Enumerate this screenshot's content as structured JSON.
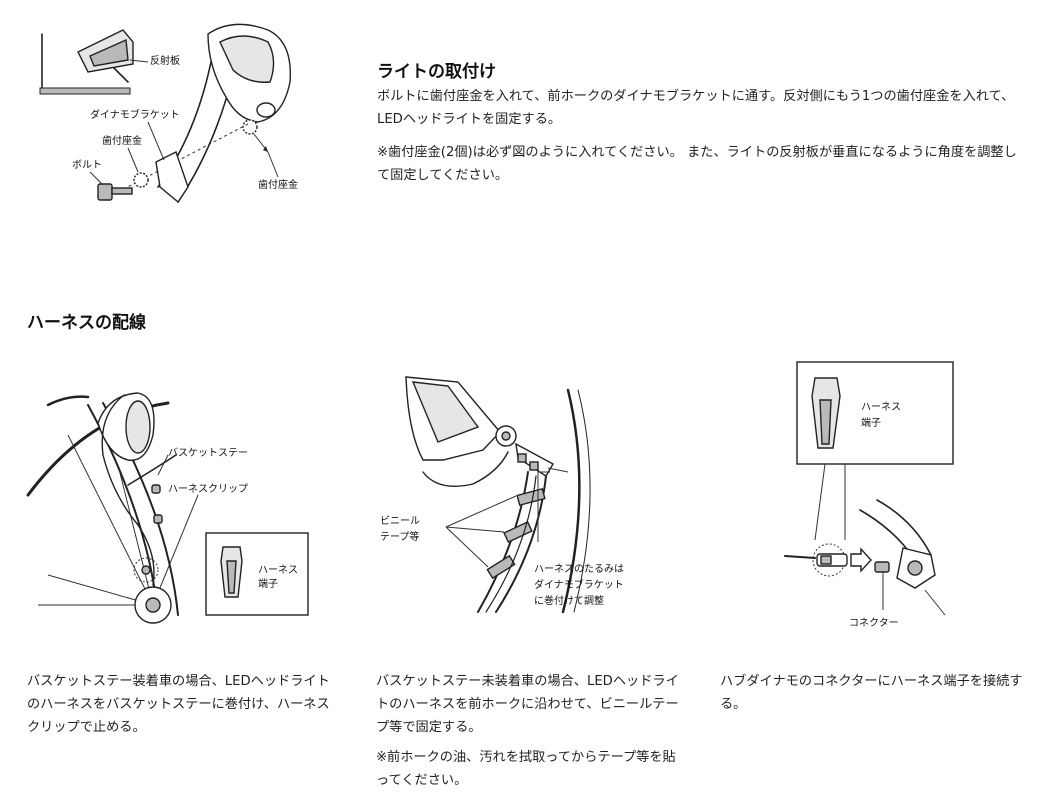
{
  "light_section": {
    "title": "ライトの取付け",
    "body": "ボルトに歯付座金を入れて、前ホークのダイナモブラケットに通す。反対側にもう1つの歯付座金を入れて、LEDヘッドライトを固定する。",
    "note": "※歯付座金(2個)は必ず図のように入れてください。 また、ライトの反射板が垂直になるように角度を調整して固定してください。",
    "figure_labels": {
      "reflector": "反射板",
      "dynamo_bracket": "ダイナモブラケット",
      "toothed_washer_left": "歯付座金",
      "bolt": "ボルト",
      "toothed_washer_right": "歯付座金"
    }
  },
  "harness_section": {
    "title": "ハーネスの配線",
    "columns": [
      {
        "figure_labels": {
          "basket_stay": "バスケットステー",
          "harness_clip": "ハーネスクリップ",
          "terminal_line1": "ハーネス",
          "terminal_line2": "端子"
        },
        "body": "バスケットステー装着車の場合、LEDヘッドライトのハーネスをバスケットステーに巻付け、ハーネスクリップで止める。"
      },
      {
        "figure_labels": {
          "vinyl_tape_line1": "ビニール",
          "vinyl_tape_line2": "テープ等",
          "slack_line1": "ハーネスのたるみは",
          "slack_line2": "ダイナモブラケット",
          "slack_line3": "に巻付けて調整"
        },
        "body": "バスケットステー未装着車の場合、LEDヘッドライトのハーネスを前ホークに沿わせて、ビニールテープ等で固定する。",
        "note": "※前ホークの油、汚れを拭取ってからテープ等を貼ってください。"
      },
      {
        "figure_labels": {
          "terminal_line1": "ハーネス",
          "terminal_line2": "端子",
          "connector": "コネクター"
        },
        "body": "ハブダイナモのコネクターにハーネス端子を接続する。"
      }
    ]
  }
}
